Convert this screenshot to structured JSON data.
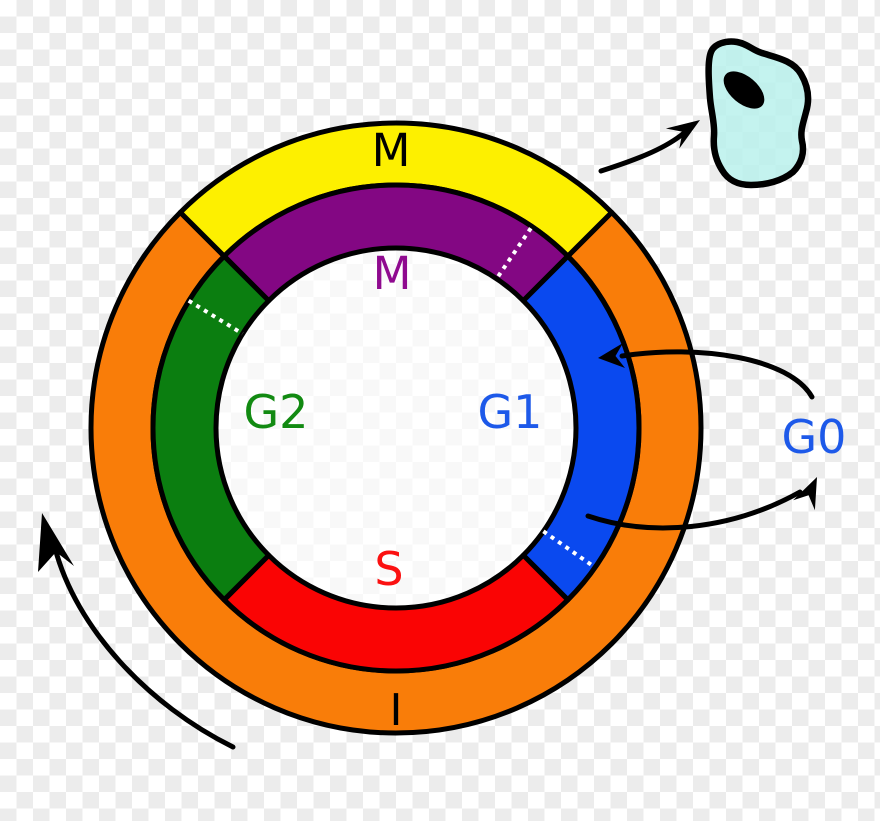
{
  "diagram": {
    "name": "cell-cycle-ring-diagram",
    "labels": {
      "outer_m": "M",
      "inner_m": "M",
      "g1": "G1",
      "s": "S",
      "g2": "G2",
      "interphase": "I",
      "g0": "G0"
    },
    "colors": {
      "mitosis_outer": "#fdf000",
      "interphase_outer": "#f97d09",
      "mitosis_inner": "#830783",
      "g1_segment": "#0a49ef",
      "s_segment": "#fa0404",
      "g2_segment": "#0b7e10",
      "outline": "#000000",
      "checkpoint_dots": "#ffffff",
      "label_black": "#000000",
      "label_m_inner": "#8f0a8f",
      "label_g1": "#1d59e9",
      "label_g2": "#128a12",
      "label_s": "#fb1111",
      "label_g0": "#1d59e9",
      "cell_fill": "#baf1ec",
      "nucleus": "#000000"
    },
    "structure": {
      "ring_center": "396,428",
      "outer_ring_segments": [
        {
          "label": "M",
          "start_deg": 315,
          "end_deg": 45
        },
        {
          "label": "I",
          "start_deg": 45,
          "end_deg": 315
        }
      ],
      "inner_ring_segments": [
        {
          "label": "M",
          "start_deg": 315,
          "end_deg": 45
        },
        {
          "label": "G1",
          "start_deg": 45,
          "end_deg": 135
        },
        {
          "label": "S",
          "start_deg": 135,
          "end_deg": 225
        },
        {
          "label": "G2",
          "start_deg": 225,
          "end_deg": 315
        }
      ],
      "checkpoint_tick_angles_deg": [
        34,
        125,
        301.5
      ],
      "cycle_direction": "clockwise"
    }
  }
}
